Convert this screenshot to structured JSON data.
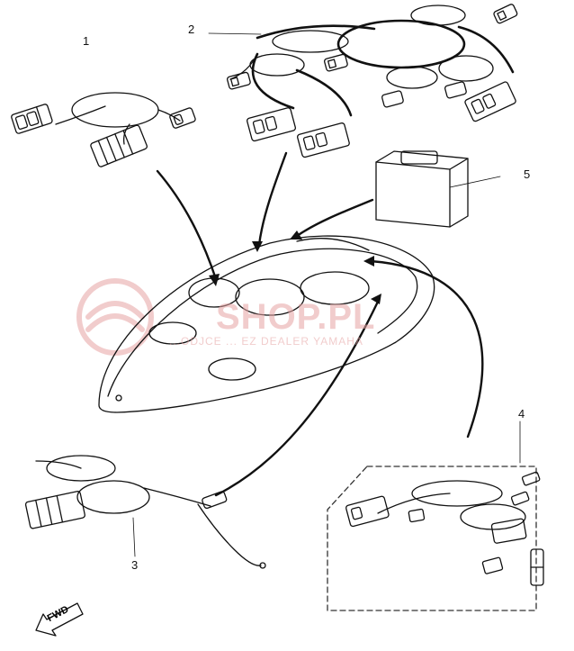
{
  "diagram": {
    "callouts": {
      "c1": "1",
      "c2": "2",
      "c3": "3",
      "c4": "4",
      "c5": "5"
    },
    "fwd_label": "FWD",
    "watermark": {
      "brand": "SHOP.PL",
      "tagline": "...ODJCE ... EZ DEALER YAMAHA"
    }
  },
  "parts": [
    "wire-harness-1",
    "wire-harness-2",
    "wire-harness-3",
    "wire-harness-4",
    "battery"
  ],
  "colors": {
    "line": "#111111",
    "watermark": "#e7a3a3",
    "dashed_box": "#333333"
  }
}
